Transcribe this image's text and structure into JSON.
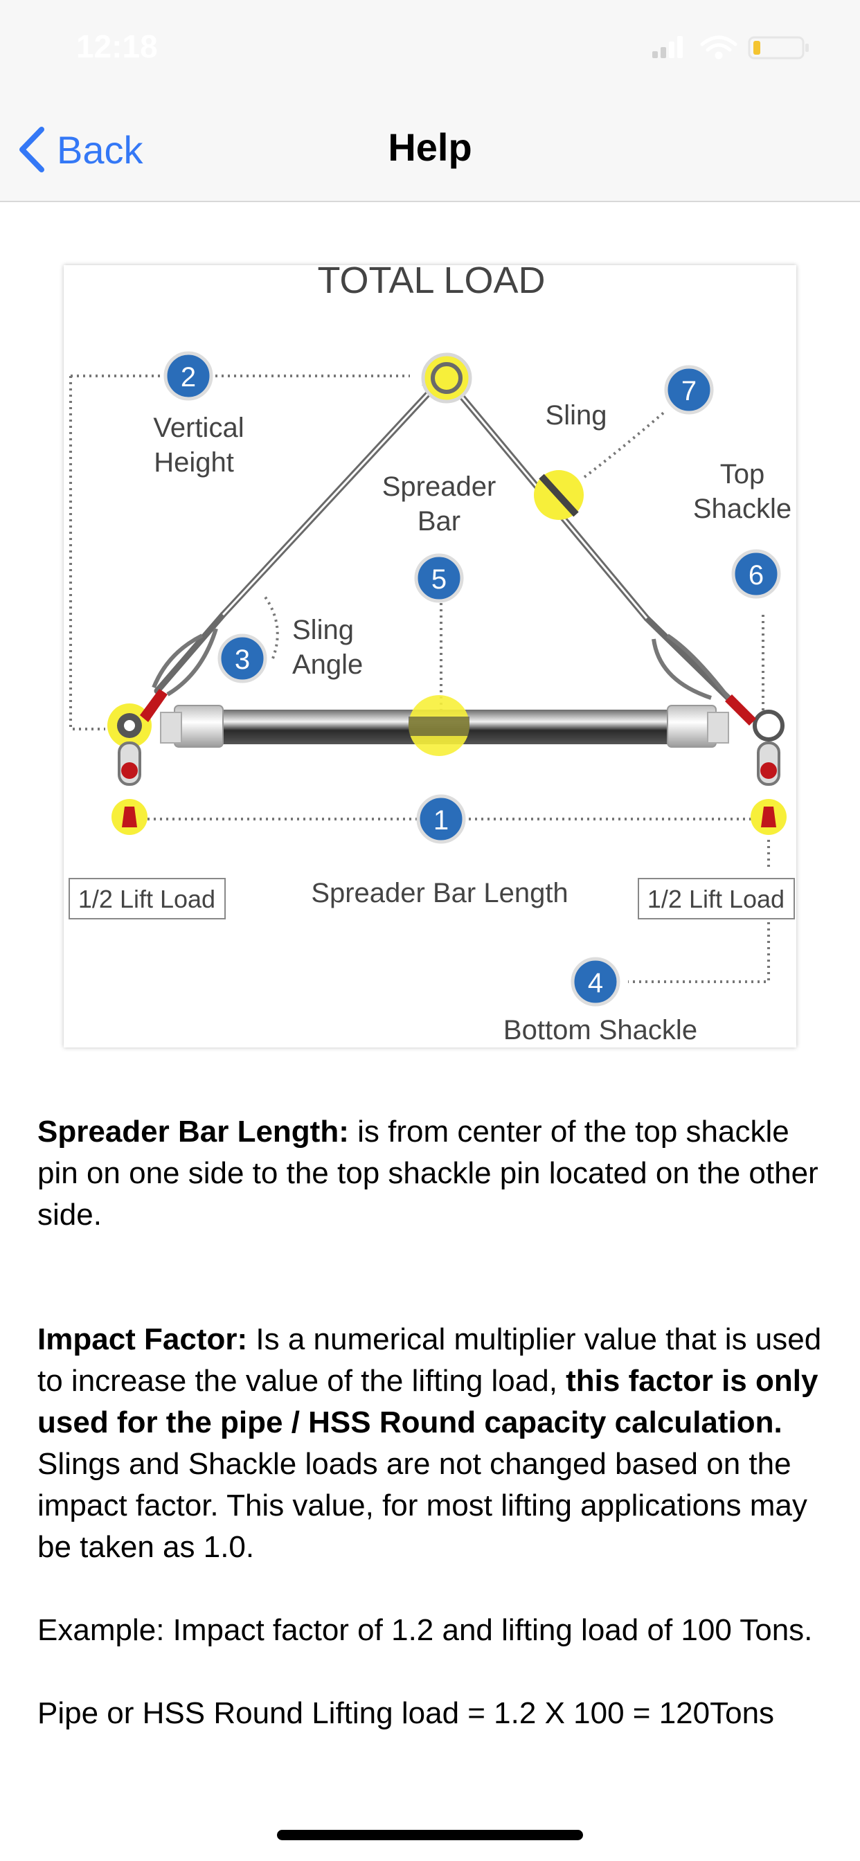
{
  "status_bar": {
    "time": "12:18"
  },
  "nav": {
    "back_label": "Back",
    "title": "Help"
  },
  "diagram": {
    "title": "TOTAL LOAD",
    "markers": [
      "1",
      "2",
      "3",
      "4",
      "5",
      "6",
      "7"
    ],
    "labels": {
      "vertical_height_1": "Vertical",
      "vertical_height_2": "Height",
      "sling": "Sling",
      "spreader_bar_1": "Spreader",
      "spreader_bar_2": "Bar",
      "top_shackle_1": "Top",
      "top_shackle_2": "Shackle",
      "sling_angle_1": "Sling",
      "sling_angle_2": "Angle",
      "half_lift_left": "1/2 Lift Load",
      "half_lift_right": "1/2 Lift Load",
      "spreader_bar_length": "Spreader Bar Length",
      "bottom_shackle": "Bottom Shackle"
    },
    "colors": {
      "marker_blue": "#2a6db9",
      "highlight_yellow": "#f7ef3a",
      "shackle_red": "#c0161b"
    }
  },
  "help": {
    "p1_bold": "Spreader Bar Length:",
    "p1_text": " is from center of the top shackle pin on one side to the top shackle pin located on the other side.",
    "p2_bold": "Impact Factor:",
    "p2_text1": " Is a numerical multiplier value that is used to increase the value of the lifting load, ",
    "p2_bold2": "this factor is only used for the pipe / HSS Round capacity calculation.",
    "p2_text2": " Slings and Shackle loads are not changed based on the impact factor. This value, for most lifting applications may be taken as 1.0.",
    "p3": "Example: Impact factor of 1.2 and lifting load of 100 Tons.",
    "p4": "Pipe or HSS Round Lifting load = 1.2 X 100 = 120Tons"
  }
}
